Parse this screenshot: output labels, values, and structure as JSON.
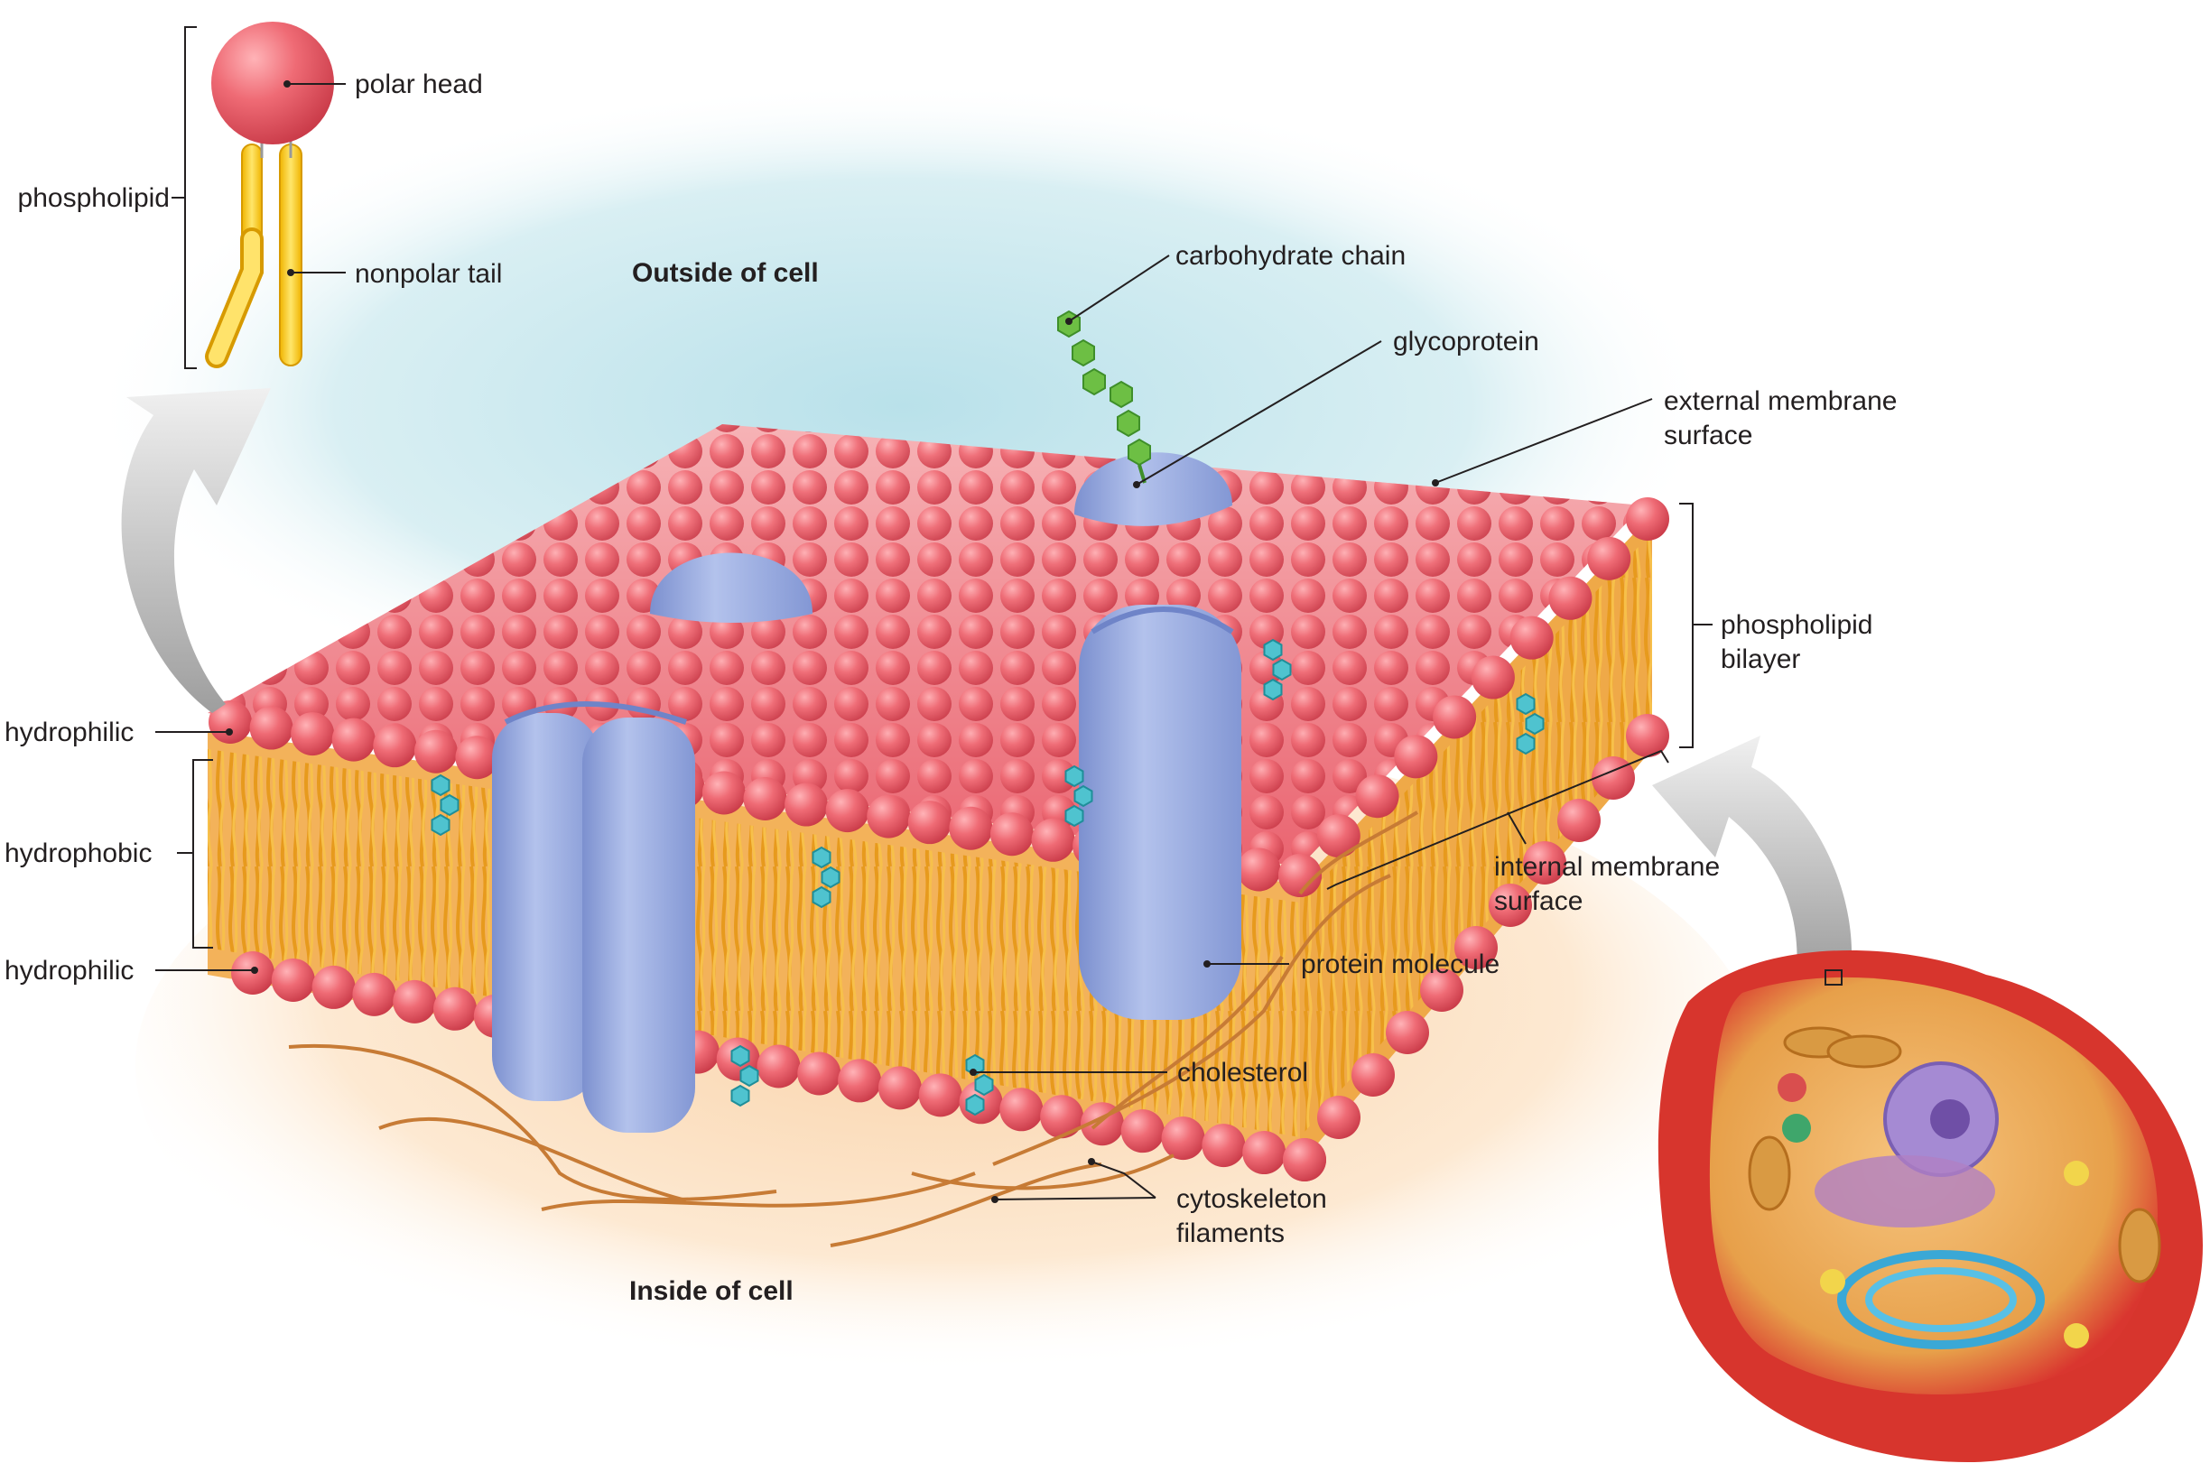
{
  "regions": {
    "outside": "Outside of cell",
    "inside": "Inside of cell"
  },
  "labels": {
    "polar_head": "polar head",
    "phospholipid": "phospholipid",
    "nonpolar_tail": "nonpolar tail",
    "carbohydrate_chain": "carbohydrate chain",
    "glycoprotein": "glycoprotein",
    "external_membrane_surface": [
      "external membrane",
      "surface"
    ],
    "phospholipid_bilayer": [
      "phospholipid",
      "bilayer"
    ],
    "hydrophilic_top": "hydrophilic",
    "hydrophobic": "hydrophobic",
    "hydrophilic_bottom": "hydrophilic",
    "internal_membrane_surface": [
      "internal membrane",
      "surface"
    ],
    "protein_molecule": "protein molecule",
    "cholesterol": "cholesterol",
    "cytoskeleton_filaments": [
      "cytoskeleton",
      "filaments"
    ]
  },
  "colors": {
    "head": "#e95a66",
    "head_light": "#f59aa0",
    "tail": "#f5a623",
    "protein": "#94a6dd",
    "protein_dark": "#6f84c8",
    "cholesterol": "#4fc3cf",
    "carbohydrate": "#6dbf44",
    "sky": "#c6e7ee",
    "cytoplasm": "#fbe3c6",
    "filament": "#c77b35"
  }
}
